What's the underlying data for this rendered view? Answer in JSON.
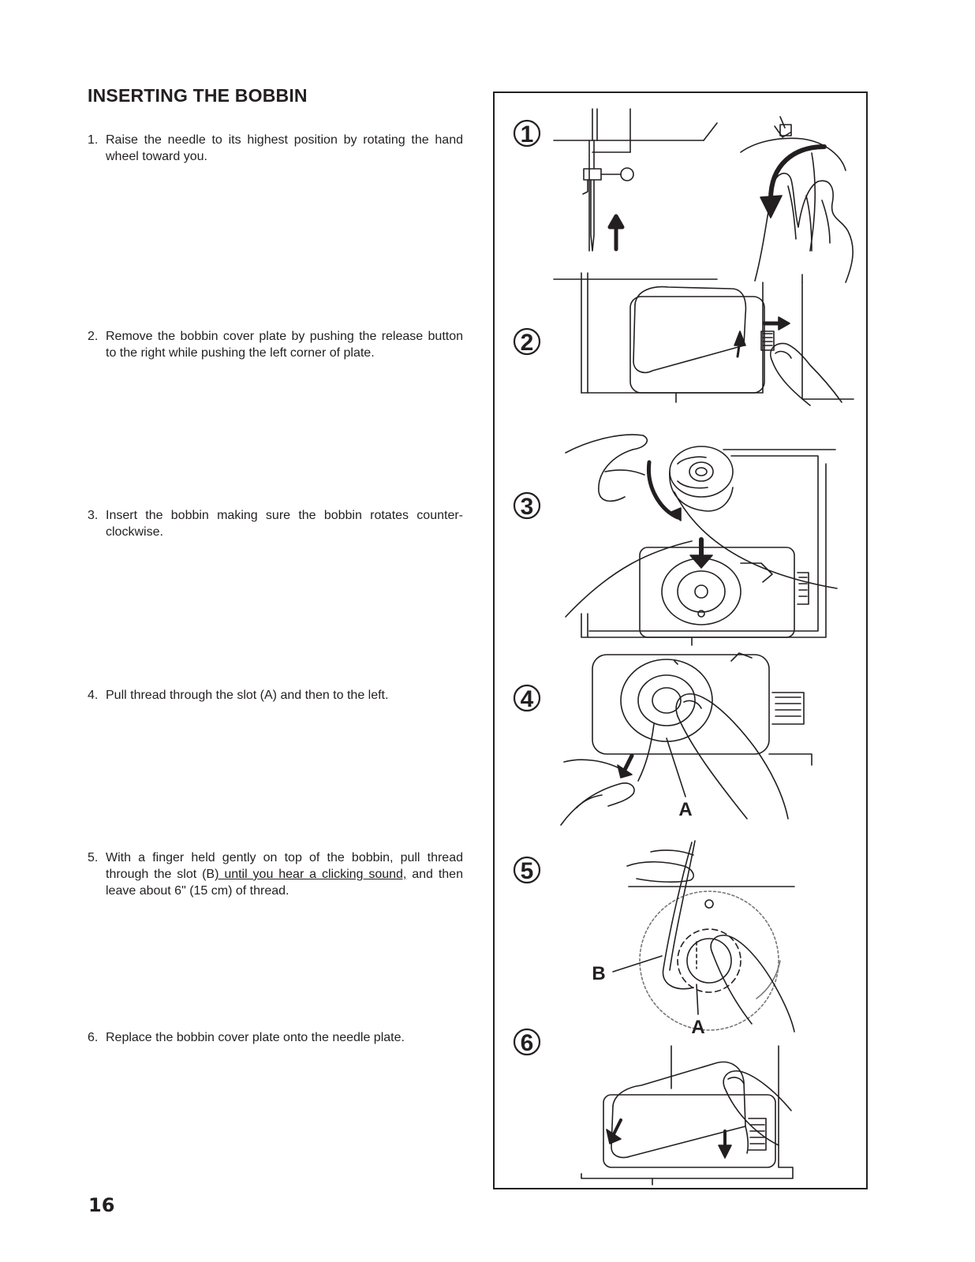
{
  "title": "INSERTING THE BOBBIN",
  "steps": [
    {
      "num": "1.",
      "text": "Raise the needle to its highest position by rotating the hand wheel toward you."
    },
    {
      "num": "2.",
      "text": "Remove the bobbin cover plate by pushing the release button to the right while pushing the left corner of plate."
    },
    {
      "num": "3.",
      "text": "Insert the bobbin making sure the bobbin rotates counter-clockwise."
    },
    {
      "num": "4.",
      "text": "Pull thread through the slot (A) and then to the left."
    },
    {
      "num": "5.",
      "text_a": "With a finger held gently on top of the bobbin, pull thread through the slot (B",
      "text_u": ") until you hear a clicking sound,",
      "text_b": " and then leave about 6\" (15 cm) of thread."
    },
    {
      "num": "6.",
      "text": "Replace the bobbin cover plate onto the needle plate."
    }
  ],
  "figures": {
    "markers": [
      "1",
      "2",
      "3",
      "4",
      "5",
      "6"
    ],
    "labels": {
      "a4": "A",
      "b5": "B",
      "a5": "A"
    }
  },
  "page_number": "16"
}
